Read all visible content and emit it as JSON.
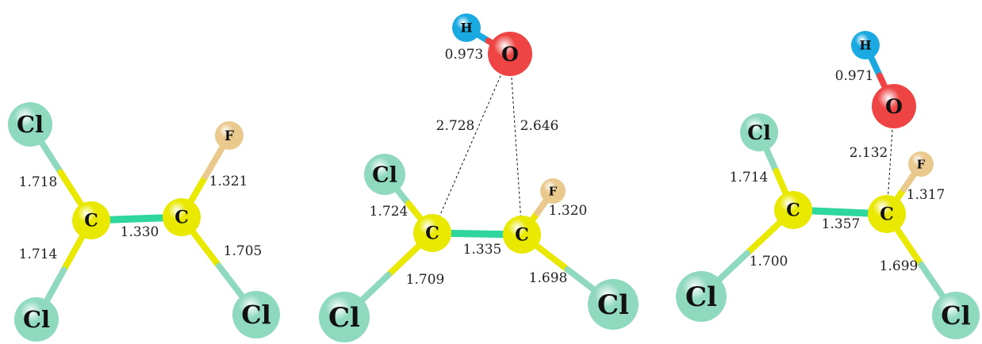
{
  "colors": {
    "Cl": "#8fd9bf",
    "C": "#e8e800",
    "F": "#e9c98e",
    "O": "#ee4444",
    "H": "#1aa9e0",
    "cc_bond": "#2fd79e",
    "background": "#ffffff"
  },
  "structures": [
    {
      "atoms": [
        {
          "id": "cl1",
          "el": "Cl",
          "label": "Cl"
        },
        {
          "id": "c1",
          "el": "C",
          "label": "C"
        },
        {
          "id": "c2",
          "el": "C",
          "label": "C"
        },
        {
          "id": "f",
          "el": "F",
          "label": "F"
        },
        {
          "id": "cl2",
          "el": "Cl",
          "label": "Cl"
        },
        {
          "id": "cl3",
          "el": "Cl",
          "label": "Cl"
        }
      ],
      "bonds": [
        {
          "a": "cl1",
          "b": "c1",
          "length": "1.718"
        },
        {
          "a": "c1",
          "b": "cl2",
          "length": "1.714"
        },
        {
          "a": "c1",
          "b": "c2",
          "length": "1.330"
        },
        {
          "a": "c2",
          "b": "f",
          "length": "1.321"
        },
        {
          "a": "c2",
          "b": "cl3",
          "length": "1.705"
        }
      ]
    },
    {
      "atoms": [
        {
          "id": "h",
          "el": "H",
          "label": "H"
        },
        {
          "id": "o",
          "el": "O",
          "label": "O"
        },
        {
          "id": "cl1",
          "el": "Cl",
          "label": "Cl"
        },
        {
          "id": "c1",
          "el": "C",
          "label": "C"
        },
        {
          "id": "c2",
          "el": "C",
          "label": "C"
        },
        {
          "id": "f",
          "el": "F",
          "label": "F"
        },
        {
          "id": "cl2",
          "el": "Cl",
          "label": "Cl"
        },
        {
          "id": "cl3",
          "el": "Cl",
          "label": "Cl"
        }
      ],
      "bonds": [
        {
          "a": "h",
          "b": "o",
          "length": "0.973"
        },
        {
          "a": "cl1",
          "b": "c1",
          "length": "1.724"
        },
        {
          "a": "c1",
          "b": "c2",
          "length": "1.335"
        },
        {
          "a": "c1",
          "b": "cl2",
          "length": "1.709"
        },
        {
          "a": "c2",
          "b": "f",
          "length": "1.320"
        },
        {
          "a": "c2",
          "b": "cl3",
          "length": "1.698"
        }
      ],
      "contacts": [
        {
          "a": "o",
          "b": "c1",
          "length": "2.728"
        },
        {
          "a": "o",
          "b": "c2",
          "length": "2.646"
        }
      ]
    },
    {
      "atoms": [
        {
          "id": "h",
          "el": "H",
          "label": "H"
        },
        {
          "id": "o",
          "el": "O",
          "label": "O"
        },
        {
          "id": "cl1",
          "el": "Cl",
          "label": "Cl"
        },
        {
          "id": "c1",
          "el": "C",
          "label": "C"
        },
        {
          "id": "c2",
          "el": "C",
          "label": "C"
        },
        {
          "id": "f",
          "el": "F",
          "label": "F"
        },
        {
          "id": "cl2",
          "el": "Cl",
          "label": "Cl"
        },
        {
          "id": "cl3",
          "el": "Cl",
          "label": "Cl"
        }
      ],
      "bonds": [
        {
          "a": "h",
          "b": "o",
          "length": "0.971"
        },
        {
          "a": "cl1",
          "b": "c1",
          "length": "1.714"
        },
        {
          "a": "c1",
          "b": "c2",
          "length": "1.357"
        },
        {
          "a": "c1",
          "b": "cl2",
          "length": "1.700"
        },
        {
          "a": "c2",
          "b": "f",
          "length": "1.317"
        },
        {
          "a": "c2",
          "b": "cl3",
          "length": "1.699"
        }
      ],
      "contacts": [
        {
          "a": "o",
          "b": "c2",
          "length": "2.132"
        }
      ]
    }
  ]
}
